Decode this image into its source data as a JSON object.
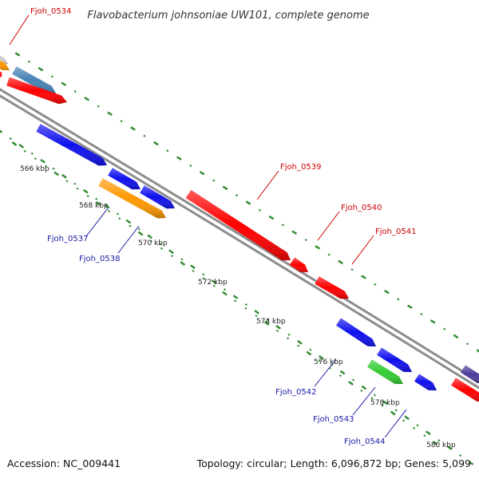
{
  "title": "Flavobacterium johnsoniae UW101, complete genome",
  "footer": {
    "accession": "Accession: NC_009441",
    "topology": "Topology: circular; Length: 6,096,872 bp; Genes: 5,099"
  },
  "colors": {
    "backbone": "#8c8c8c",
    "tick": "#2d8a2d",
    "red": "#ff0000",
    "blue": "#1010ee",
    "orange": "#ff9900",
    "steelblue": "#4682b4",
    "green": "#33cc33",
    "purple": "#4b3f9a"
  },
  "scale_labels": [
    "566 kbp",
    "568 kbp",
    "570 kbp",
    "572 kbp",
    "574 kbp",
    "576 kbp",
    "578 kbp",
    "580 kbp"
  ],
  "gene_labels": [
    "Fjoh_0534",
    "Fjoh_0537",
    "Fjoh_0538",
    "Fjoh_0539",
    "Fjoh_0540",
    "Fjoh_0541",
    "Fjoh_0542",
    "Fjoh_0543",
    "Fjoh_0544"
  ]
}
